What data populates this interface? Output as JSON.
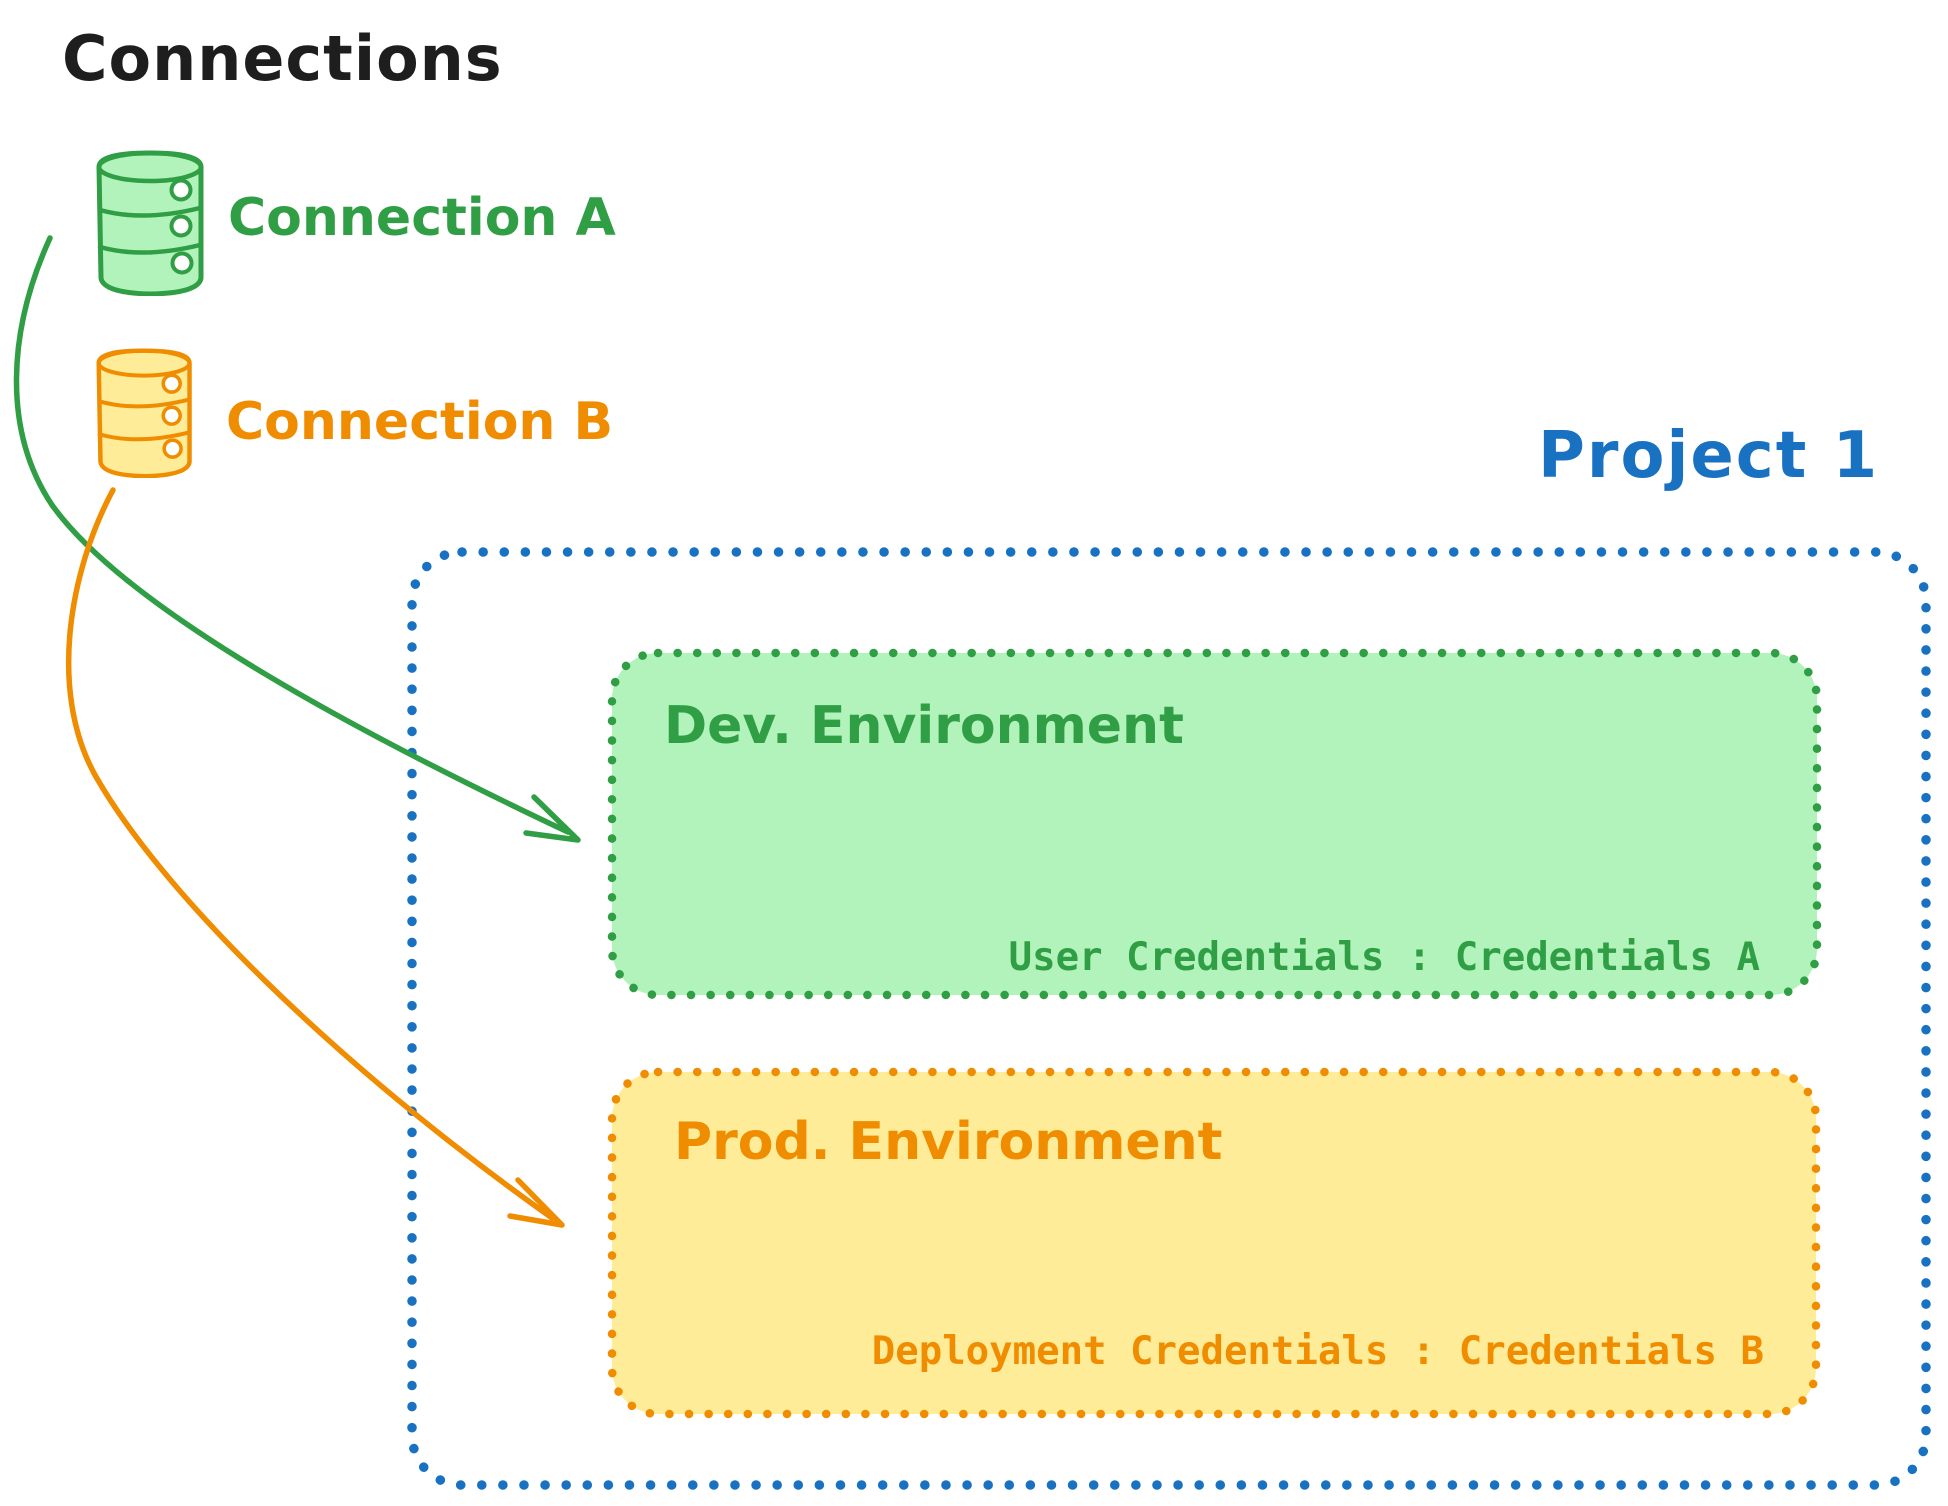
{
  "diagram": {
    "title": "Connections",
    "style": "hand-drawn",
    "colors": {
      "text_black": "#1e1e1e",
      "green_stroke": "#2f9e44",
      "green_fill": "#b2f2bb",
      "orange_stroke": "#f08c00",
      "orange_fill": "#ffec99",
      "blue_stroke": "#1971c2",
      "background": "#ffffff"
    },
    "connections": [
      {
        "label": "Connection A",
        "icon": "database-icon",
        "color": "#2f9e44"
      },
      {
        "label": "Connection B",
        "icon": "database-icon",
        "color": "#f08c00"
      }
    ],
    "project": {
      "title": "Project 1",
      "environments": [
        {
          "name": "Dev. Environment",
          "credentials": "User Credentials : Credentials A",
          "linked_connection": "Connection A",
          "color": "#2f9e44"
        },
        {
          "name": "Prod. Environment",
          "credentials": "Deployment Credentials : Credentials B",
          "linked_connection": "Connection B",
          "color": "#f08c00"
        }
      ]
    }
  }
}
